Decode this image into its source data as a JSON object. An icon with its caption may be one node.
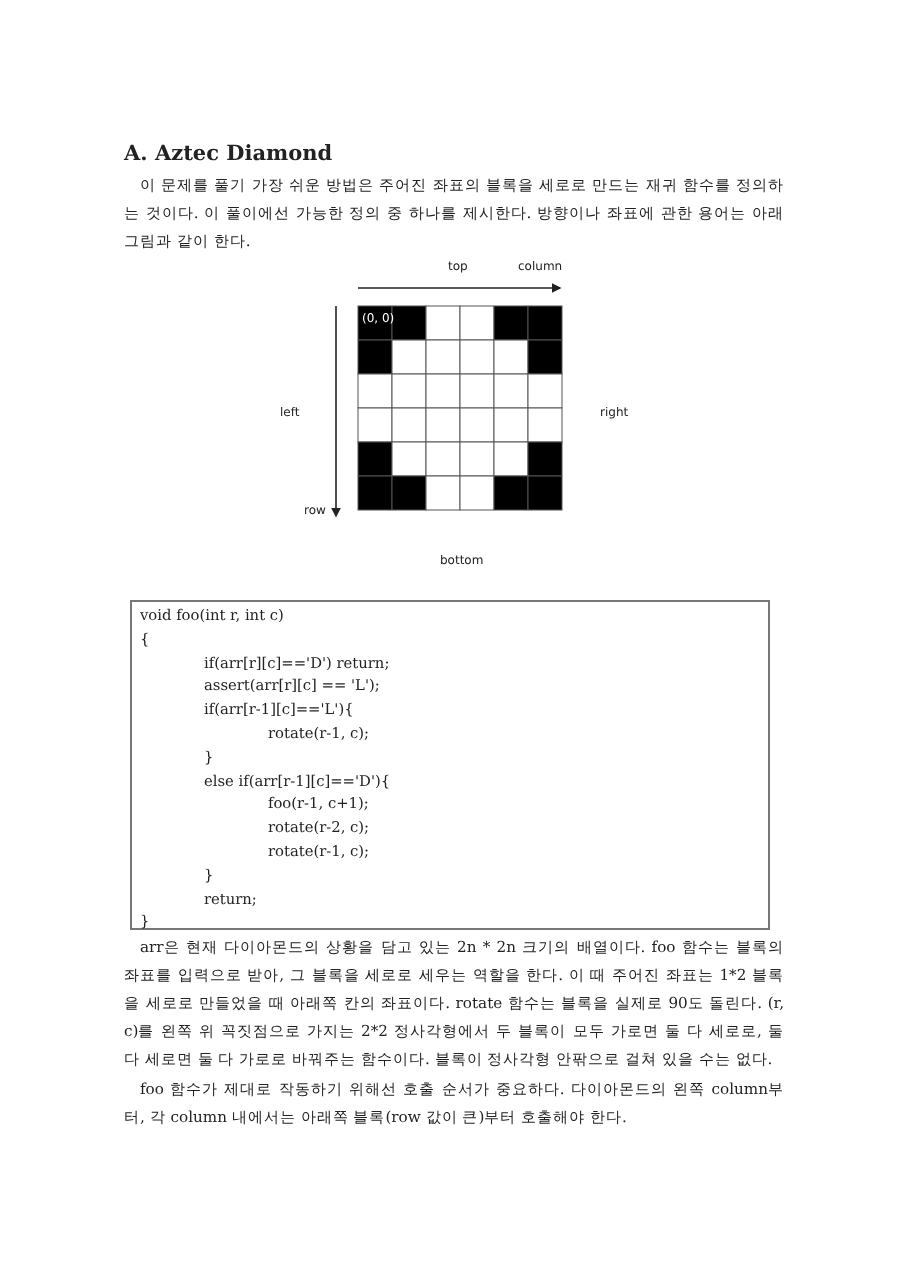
{
  "diagram": {
    "title": "A. Aztec Diamond",
    "labels": [
      "이 문제를 풀기 가장 쉬운 방법은 주어진 좌표의 블록을 세로로 만드는 재귀 함수를 정의하는 것이다. 이 풀이에선 가능한 정의 중 하나를 제시한다. 방향이나 좌표에 관한 용어는 아래 그림과 같이 한다.",
      "top",
      "column",
      "(0, 0)",
      "left",
      "right",
      "row",
      "bottom",
      "void foo(int r, int c)",
      "{",
      "if(arr[r][c]=='D') return;",
      "assert(arr[r][c] == 'L');",
      "if(arr[r-1][c]=='L'){",
      "rotate(r-1, c);",
      "}",
      "else if(arr[r-1][c]=='D'){",
      "foo(r-1, c+1);",
      "rotate(r-2, c);",
      "rotate(r-1, c);",
      "}",
      "return;",
      "}",
      "arr은 현재 다이아몬드의 상황을 담고 있는 2n * 2n 크기의 배열이다. foo 함수는 블록의 좌표를 입력으로 받아, 그 블록을 세로로 세우는 역할을 한다. 이 때 주어진 좌표는 1*2 블록을 세로로 만들었을 때 아래쪽 칸의 좌표이다. rotate 함수는 블록을 실제로 90도 돌린다. (r, c)를 왼쪽 위 꼭짓점으로 가지는 2*2 정사각형에서 두 블록이 모두 가로면 둘 다 세로로, 둘 다 세로면 둘 다 가로로 바꿔주는 함수이다. 블록이 정사각형 안팎으로 걸쳐 있을 수는 없다.",
      "foo 함수가 제대로 작동하기 위해선 호출 순서가 중요하다. 다이아몬드의 왼쪽 column부터, 각 column 내에서는 아래쪽 블록(row 값이 큰)부터 호출해야 한다."
    ]
  }
}
